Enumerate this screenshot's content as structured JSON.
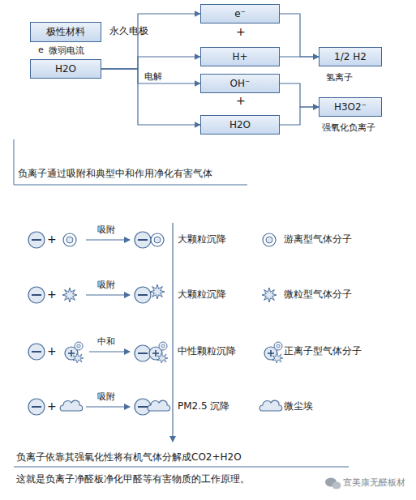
{
  "diagram": {
    "nodes": [
      {
        "text": [
          "极性材料"
        ]
      },
      {
        "text": [
          "H2O"
        ]
      },
      {
        "text": [
          "e⁻"
        ]
      },
      {
        "text": [
          "H+"
        ]
      },
      {
        "text": [
          "OH⁻"
        ]
      },
      {
        "text": [
          "H2O"
        ]
      },
      {
        "text": [
          "1/2 H2"
        ]
      },
      {
        "text": [
          "H3O2⁻"
        ]
      }
    ],
    "edges": [
      {
        "from": 1,
        "to": 2,
        "arrow": "to"
      },
      {
        "from": 1,
        "to": 3,
        "arrow": "to"
      },
      {
        "from": 1,
        "to": 4,
        "arrow": "to"
      },
      {
        "from": 1,
        "to": 5,
        "arrow": "to"
      },
      {
        "from": 2,
        "to": 6,
        "arrow": "to"
      },
      {
        "from": 3,
        "to": 6,
        "arrow": "to"
      },
      {
        "from": 4,
        "to": 7,
        "arrow": "to"
      },
      {
        "from": 5,
        "to": 7,
        "arrow": "to"
      }
    ],
    "labels": [
      "永久电极",
      "e",
      "微弱电流",
      "电解",
      "+",
      "+",
      "氢离子",
      "强氧化负离子",
      "负离子通过吸附和典型中和作用净化有害气体",
      "+",
      "吸附",
      "大颗粒沉降",
      "游离型气体分子",
      "+",
      "吸附",
      "大颗粒沉降",
      "微粒型气体分子",
      "+",
      "中和",
      "中性颗粒沉降",
      "正离子型气体分子",
      "+",
      "吸附",
      "PM2.5 沉降",
      "微尘埃",
      "负离子依靠其强氧化性将有机气体分解成CO2+H2O",
      "这就是负离子净醛板净化甲醛等有害物质的工作原理。",
      "宜美康无醛板材"
    ]
  }
}
